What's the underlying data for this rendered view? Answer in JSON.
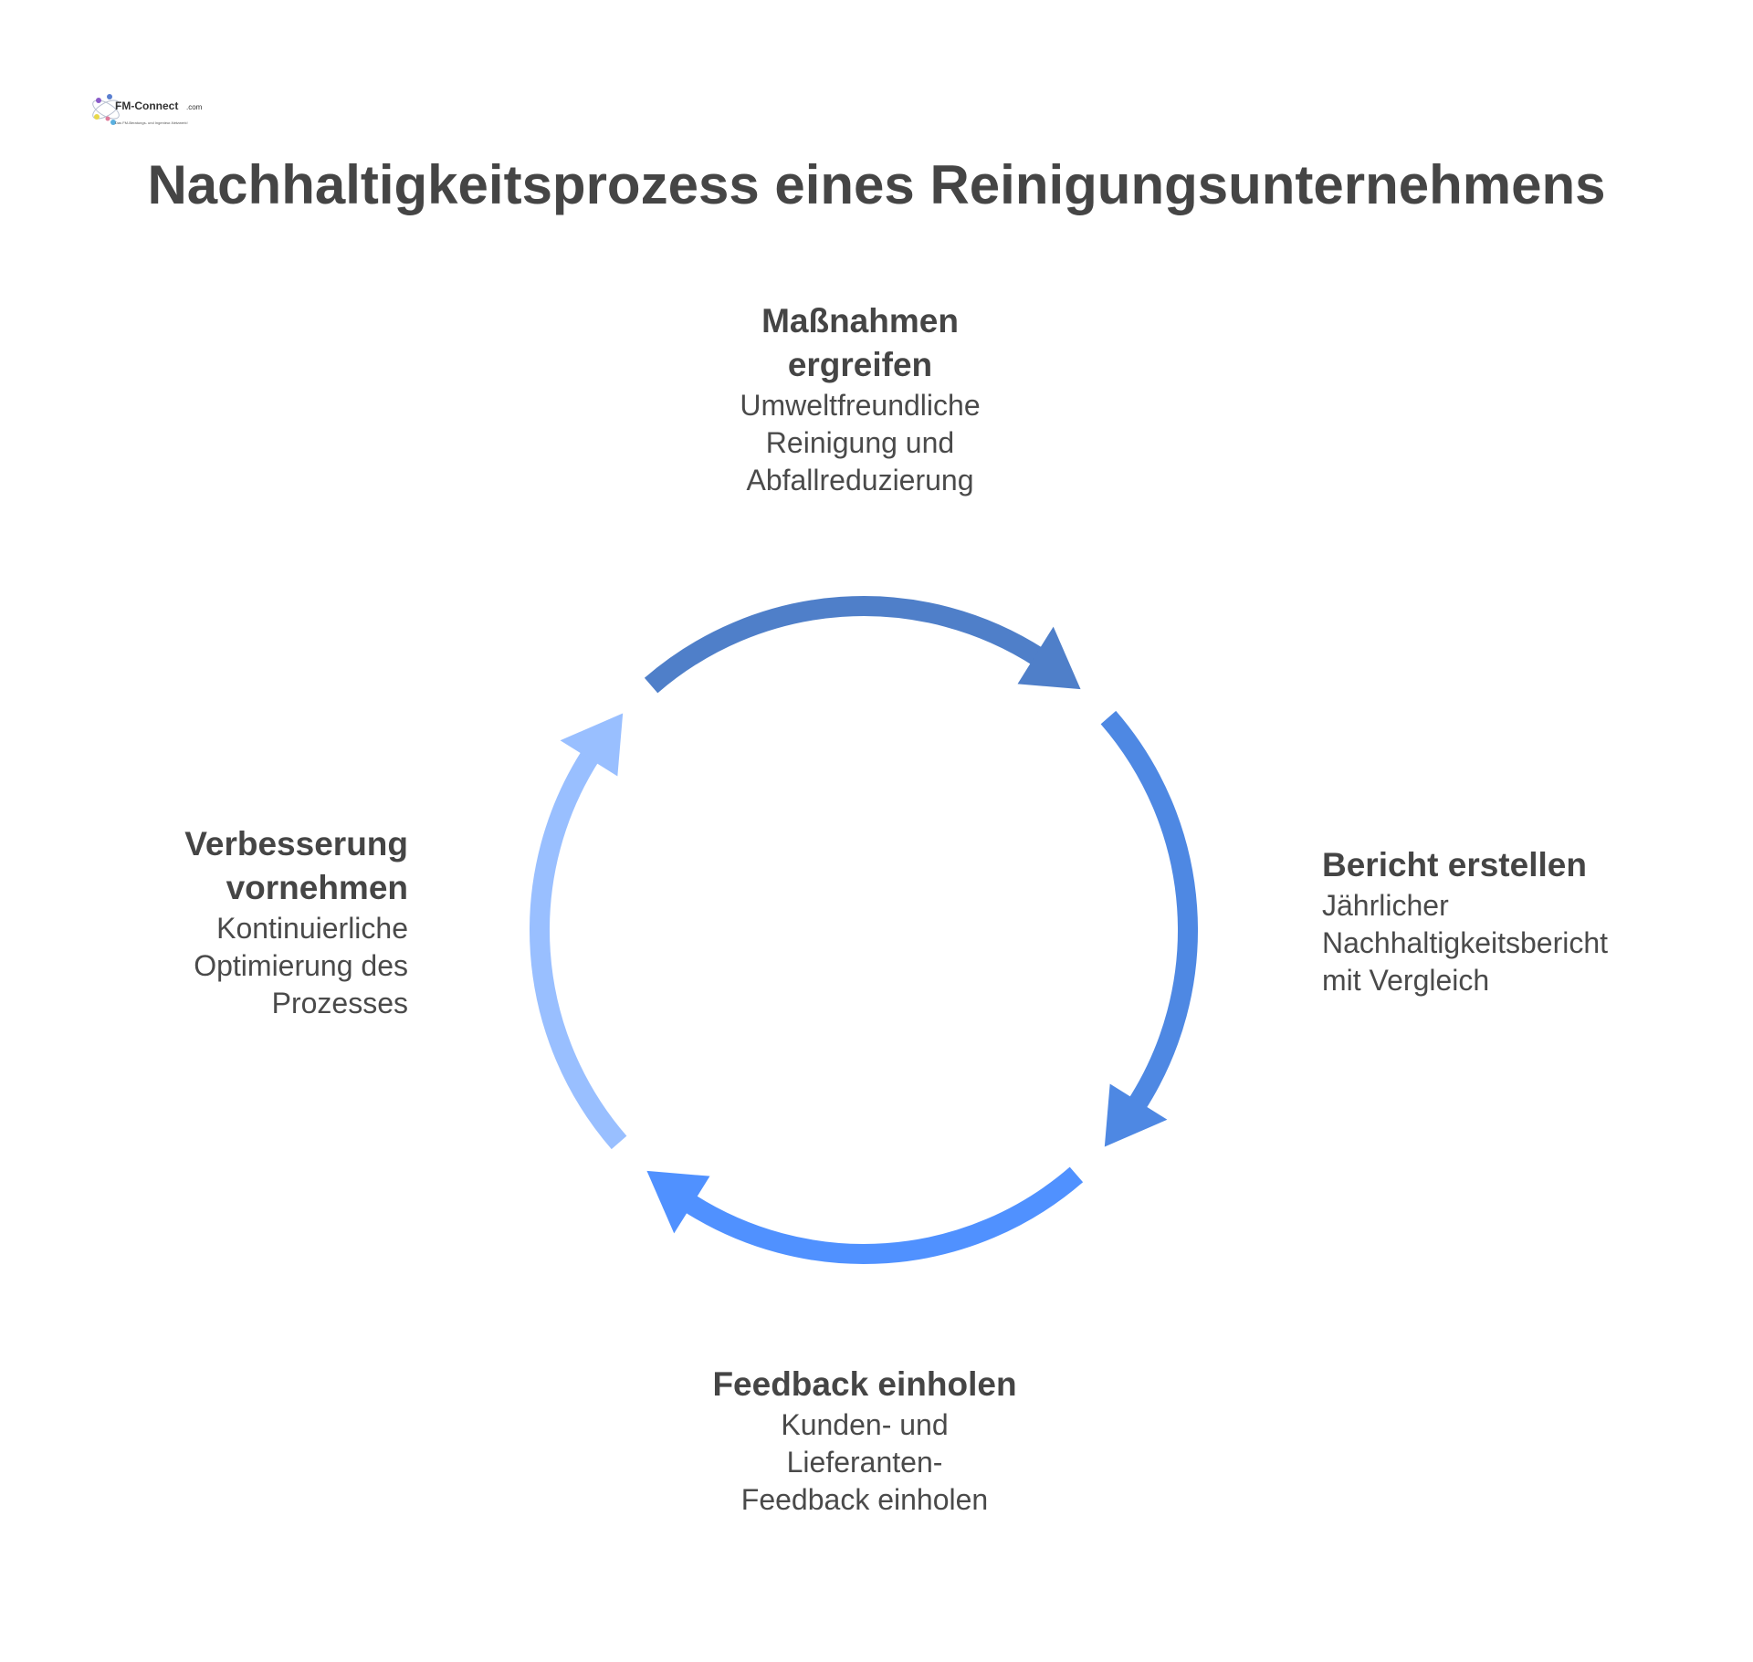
{
  "logo": {
    "text": "FM-Connect.com",
    "tagline": "Das FM-Beratungs- und Ingenieur-Netzwerk!"
  },
  "title": "Nachhaltigkeitsprozess eines Reinigungsunternehmens",
  "steps": [
    {
      "id": "top",
      "title_lines": [
        "Maßnahmen",
        "ergreifen"
      ],
      "desc_lines": [
        "Umweltfreundliche",
        "Reinigung und",
        "Abfallreduzierung"
      ],
      "color": "#4F7FC9"
    },
    {
      "id": "right",
      "title_lines": [
        "Bericht erstellen"
      ],
      "desc_lines": [
        "Jährlicher",
        "Nachhaltigkeitsbericht",
        "mit Vergleich"
      ],
      "color": "#4E88E3"
    },
    {
      "id": "bottom",
      "title_lines": [
        "Feedback einholen"
      ],
      "desc_lines": [
        "Kunden- und",
        "Lieferanten-",
        "Feedback einholen"
      ],
      "color": "#5091FF"
    },
    {
      "id": "left",
      "title_lines": [
        "Verbesserung",
        "vornehmen"
      ],
      "desc_lines": [
        "Kontinuierliche",
        "Optimierung des",
        "Prozesses"
      ],
      "color": "#99BFFF"
    }
  ]
}
